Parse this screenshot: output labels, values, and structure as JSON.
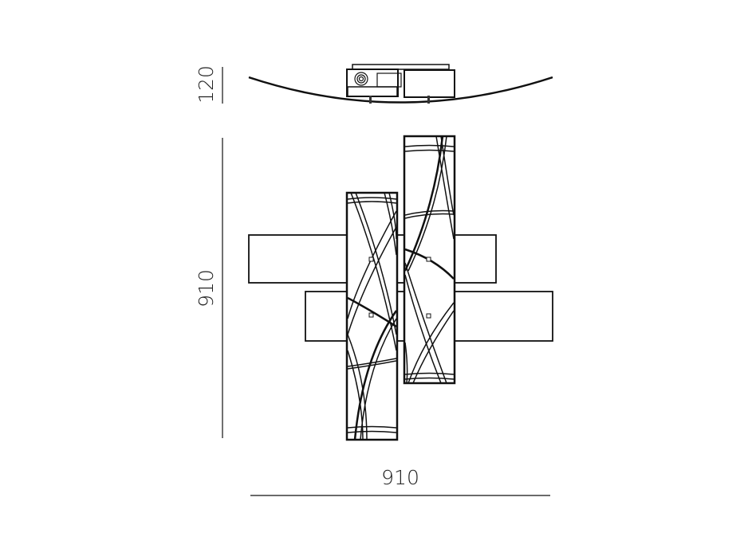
{
  "drawing": {
    "height_label": "120",
    "front_height_label": "910",
    "width_label": "910",
    "line_color": "#111111"
  }
}
